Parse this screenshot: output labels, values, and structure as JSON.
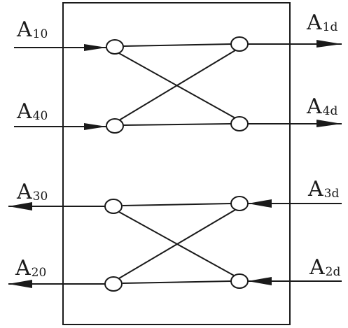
{
  "labels": {
    "a10": {
      "base": "A",
      "sub": "10"
    },
    "a40": {
      "base": "A",
      "sub": "40"
    },
    "a30": {
      "base": "A",
      "sub": "30"
    },
    "a20": {
      "base": "A",
      "sub": "20"
    },
    "a1d": {
      "base": "A",
      "sub": "1d"
    },
    "a4d": {
      "base": "A",
      "sub": "4d"
    },
    "a3d": {
      "base": "A",
      "sub": "3d"
    },
    "a2d": {
      "base": "A",
      "sub": "2d"
    }
  },
  "colors": {
    "ink": "#1a1a1a",
    "background": "#ffffff"
  }
}
